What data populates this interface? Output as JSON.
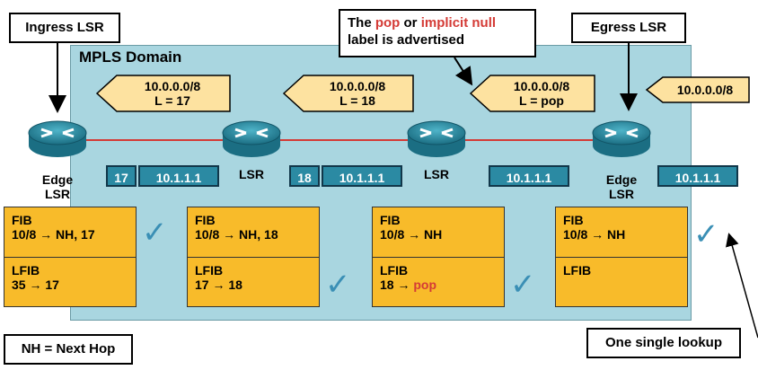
{
  "callouts": {
    "ingress": "Ingress LSR",
    "egress": "Egress LSR",
    "pop_line1_pre": "The ",
    "pop_word": "pop",
    "pop_line1_mid": " or ",
    "implicit_null": "implicit null",
    "pop_line2": "label is advertised",
    "nh_def": "NH = Next Hop",
    "single_lookup": "One single lookup"
  },
  "domain_title": "MPLS Domain",
  "advertisements": [
    {
      "prefix": "10.0.0.0/8",
      "label": "L = 17"
    },
    {
      "prefix": "10.0.0.0/8",
      "label": "L = 18"
    },
    {
      "prefix": "10.0.0.0/8",
      "label": "L = pop"
    },
    {
      "prefix": "10.0.0.0/8",
      "label": ""
    }
  ],
  "nodes": [
    {
      "name_line1": "Edge",
      "name_line2": "LSR"
    },
    {
      "name_line1": "LSR",
      "name_line2": ""
    },
    {
      "name_line1": "LSR",
      "name_line2": ""
    },
    {
      "name_line1": "Edge",
      "name_line2": "LSR"
    }
  ],
  "packets": [
    {
      "label": "17",
      "ip": "10.1.1.1"
    },
    {
      "label": "18",
      "ip": "10.1.1.1"
    },
    {
      "label": "",
      "ip": "10.1.1.1"
    },
    {
      "label": "",
      "ip": "10.1.1.1"
    }
  ],
  "tables": [
    {
      "fib_title": "FIB",
      "fib_entry": "10/8 → NH, 17",
      "lfib_title": "LFIB",
      "lfib_entry": "35 → 17",
      "lfib_pop": ""
    },
    {
      "fib_title": "FIB",
      "fib_entry": "10/8 → NH, 18",
      "lfib_title": "LFIB",
      "lfib_entry": "17 → 18",
      "lfib_pop": ""
    },
    {
      "fib_title": "FIB",
      "fib_entry": "10/8 → NH",
      "lfib_title": "LFIB",
      "lfib_entry": "18 → ",
      "lfib_pop": "pop"
    },
    {
      "fib_title": "FIB",
      "fib_entry": "10/8 → NH",
      "lfib_title": "LFIB",
      "lfib_entry": "",
      "lfib_pop": ""
    }
  ],
  "colors": {
    "domain": "#a9d6e0",
    "table": "#f8bb2a",
    "advert": "#fde2a0",
    "label_box": "#2b8aa3",
    "link": "#d43b36",
    "accent_red": "#d43b36",
    "check": "#3a8fb5"
  },
  "icons": {
    "router": "router-icon",
    "check": "check-icon"
  }
}
